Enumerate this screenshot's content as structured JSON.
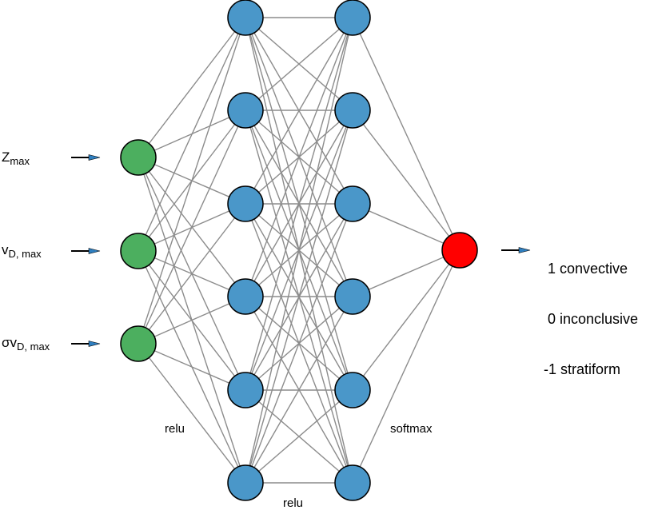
{
  "inputs": [
    {
      "main": "Z",
      "sub": "max"
    },
    {
      "main": "v",
      "sub": "D, max"
    },
    {
      "main": "σv",
      "sub": "D, max"
    }
  ],
  "layers": [
    {
      "name": "input",
      "count": 3,
      "color": "#4caf5f"
    },
    {
      "name": "hidden1",
      "count": 6,
      "color": "#4a97c9"
    },
    {
      "name": "hidden2",
      "count": 6,
      "color": "#4a97c9"
    },
    {
      "name": "output",
      "count": 1,
      "color": "#ff0000"
    }
  ],
  "activations": {
    "hidden1_in": "relu",
    "hidden1_hidden2": "relu",
    "hidden2_out": "softmax"
  },
  "outputs": [
    " 1 convective",
    " 0 inconclusive",
    "-1 stratiform"
  ],
  "colors": {
    "edge": "#8c8c8c",
    "arrow_head": "#2f7fc0",
    "node_stroke": "#000000"
  }
}
